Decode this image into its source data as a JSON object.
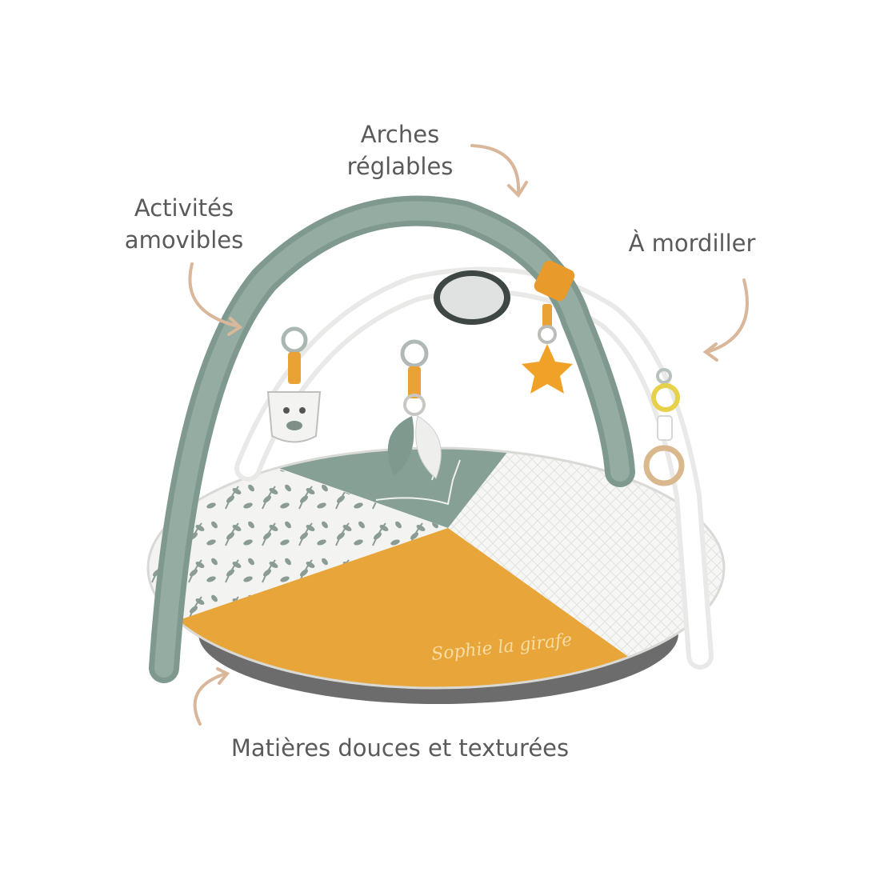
{
  "labels": {
    "arches_line1": "Arches",
    "arches_line2": "réglables",
    "activities_line1": "Activités",
    "activities_line2": "amovibles",
    "mordiller": "À mordiller",
    "matieres": "Matières douces et texturées"
  },
  "mat_text": "Sophie la girafe",
  "colors": {
    "text": "#5a5a5a",
    "arrow": "#d9b79a",
    "sage": "#8fa69c",
    "sage_dark": "#7b958a",
    "mustard": "#e8a63a",
    "white_fabric": "#f4f4f2"
  }
}
